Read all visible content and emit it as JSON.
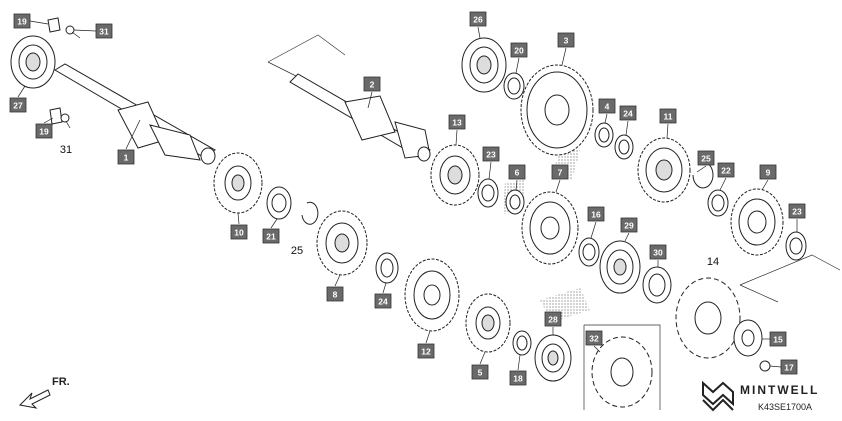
{
  "diagram": {
    "labels": [
      {
        "id": "19a",
        "text": "19"
      },
      {
        "id": "31a",
        "text": "31"
      },
      {
        "id": "27",
        "text": "27"
      },
      {
        "id": "19b",
        "text": "19"
      },
      {
        "id": "31b",
        "text": "31"
      },
      {
        "id": "1",
        "text": "1"
      },
      {
        "id": "2",
        "text": "2"
      },
      {
        "id": "26",
        "text": "26"
      },
      {
        "id": "20",
        "text": "20"
      },
      {
        "id": "3",
        "text": "3"
      },
      {
        "id": "4",
        "text": "4"
      },
      {
        "id": "24a",
        "text": "24"
      },
      {
        "id": "11",
        "text": "11"
      },
      {
        "id": "13",
        "text": "13"
      },
      {
        "id": "23a",
        "text": "23"
      },
      {
        "id": "6",
        "text": "6"
      },
      {
        "id": "7",
        "text": "7"
      },
      {
        "id": "25a",
        "text": "25"
      },
      {
        "id": "22",
        "text": "22"
      },
      {
        "id": "9",
        "text": "9"
      },
      {
        "id": "23b",
        "text": "23"
      },
      {
        "id": "10",
        "text": "10"
      },
      {
        "id": "21",
        "text": "21"
      },
      {
        "id": "25b",
        "text": "25"
      },
      {
        "id": "16",
        "text": "16"
      },
      {
        "id": "29",
        "text": "29"
      },
      {
        "id": "8",
        "text": "8"
      },
      {
        "id": "24b",
        "text": "24"
      },
      {
        "id": "30",
        "text": "30"
      },
      {
        "id": "14",
        "text": "14"
      },
      {
        "id": "12",
        "text": "12"
      },
      {
        "id": "28",
        "text": "28"
      },
      {
        "id": "15",
        "text": "15"
      },
      {
        "id": "32",
        "text": "32"
      },
      {
        "id": "5",
        "text": "5"
      },
      {
        "id": "18",
        "text": "18"
      },
      {
        "id": "17",
        "text": "17"
      }
    ],
    "direction_label": "FR.",
    "brand": "MINTWELL",
    "diagram_code": "K43SE1700A"
  }
}
